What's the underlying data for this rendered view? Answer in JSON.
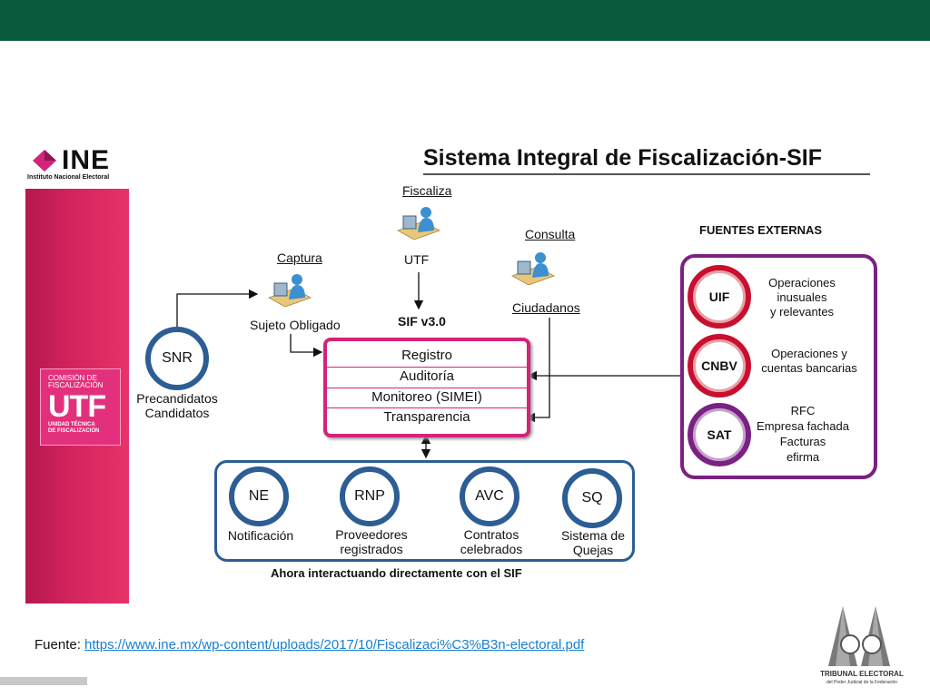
{
  "header": {
    "bar_color": "#0b5c3e"
  },
  "ine_logo": {
    "name": "INE",
    "subtitle": "Instituto Nacional Electoral"
  },
  "utf_logo": {
    "line1": "COMISIÓN DE",
    "line2": "FISCALIZACIÓN",
    "acronym": "UTF",
    "line3": "UNIDAD TÉCNICA",
    "line4": "DE FISCALIZACIÓN"
  },
  "diagram": {
    "title": "Sistema Integral de Fiscalización-SIF",
    "fiscaliza": {
      "top": "Fiscaliza",
      "bottom": "UTF"
    },
    "captura": {
      "top": "Captura",
      "bottom": "Sujeto Obligado"
    },
    "consulta": {
      "top": "Consulta",
      "bottom": "Ciudadanos"
    },
    "sif_label": "SIF v3.0",
    "sif_rows": [
      "Registro",
      "Auditoría",
      "Monitoreo (SIMEI)",
      "Transparencia"
    ],
    "snr": {
      "acronym": "SNR",
      "line1": "Precandidatos",
      "line2": "Candidatos"
    },
    "externas_title": "FUENTES EXTERNAS",
    "externas": [
      {
        "acronym": "UIF",
        "line1": "Operaciones",
        "line2": "inusuales",
        "line3": "y  relevantes"
      },
      {
        "acronym": "CNBV",
        "line1": "Operaciones y",
        "line2": "cuentas bancarias"
      },
      {
        "acronym": "SAT",
        "line1": "RFC",
        "line2": "Empresa fachada",
        "line3": "Facturas",
        "line4": "efirma"
      }
    ],
    "bottom_items": [
      {
        "acronym": "NE",
        "line1": "Notificación",
        "line2": ""
      },
      {
        "acronym": "RNP",
        "line1": "Proveedores",
        "line2": "registrados"
      },
      {
        "acronym": "AVC",
        "line1": "Contratos",
        "line2": "celebrados"
      },
      {
        "acronym": "SQ",
        "line1": "Sistema de",
        "line2": "Quejas"
      }
    ],
    "bottom_caption": "Ahora interactuando directamente con el SIF"
  },
  "footer": {
    "source_label": "Fuente: ",
    "source_url": "https://www.ine.mx/wp-content/uploads/2017/10/Fiscalizaci%C3%B3n-electoral.pdf"
  },
  "tribunal": {
    "line1": "TRIBUNAL ELECTORAL",
    "line2": "del Poder Judicial de la Federación"
  }
}
